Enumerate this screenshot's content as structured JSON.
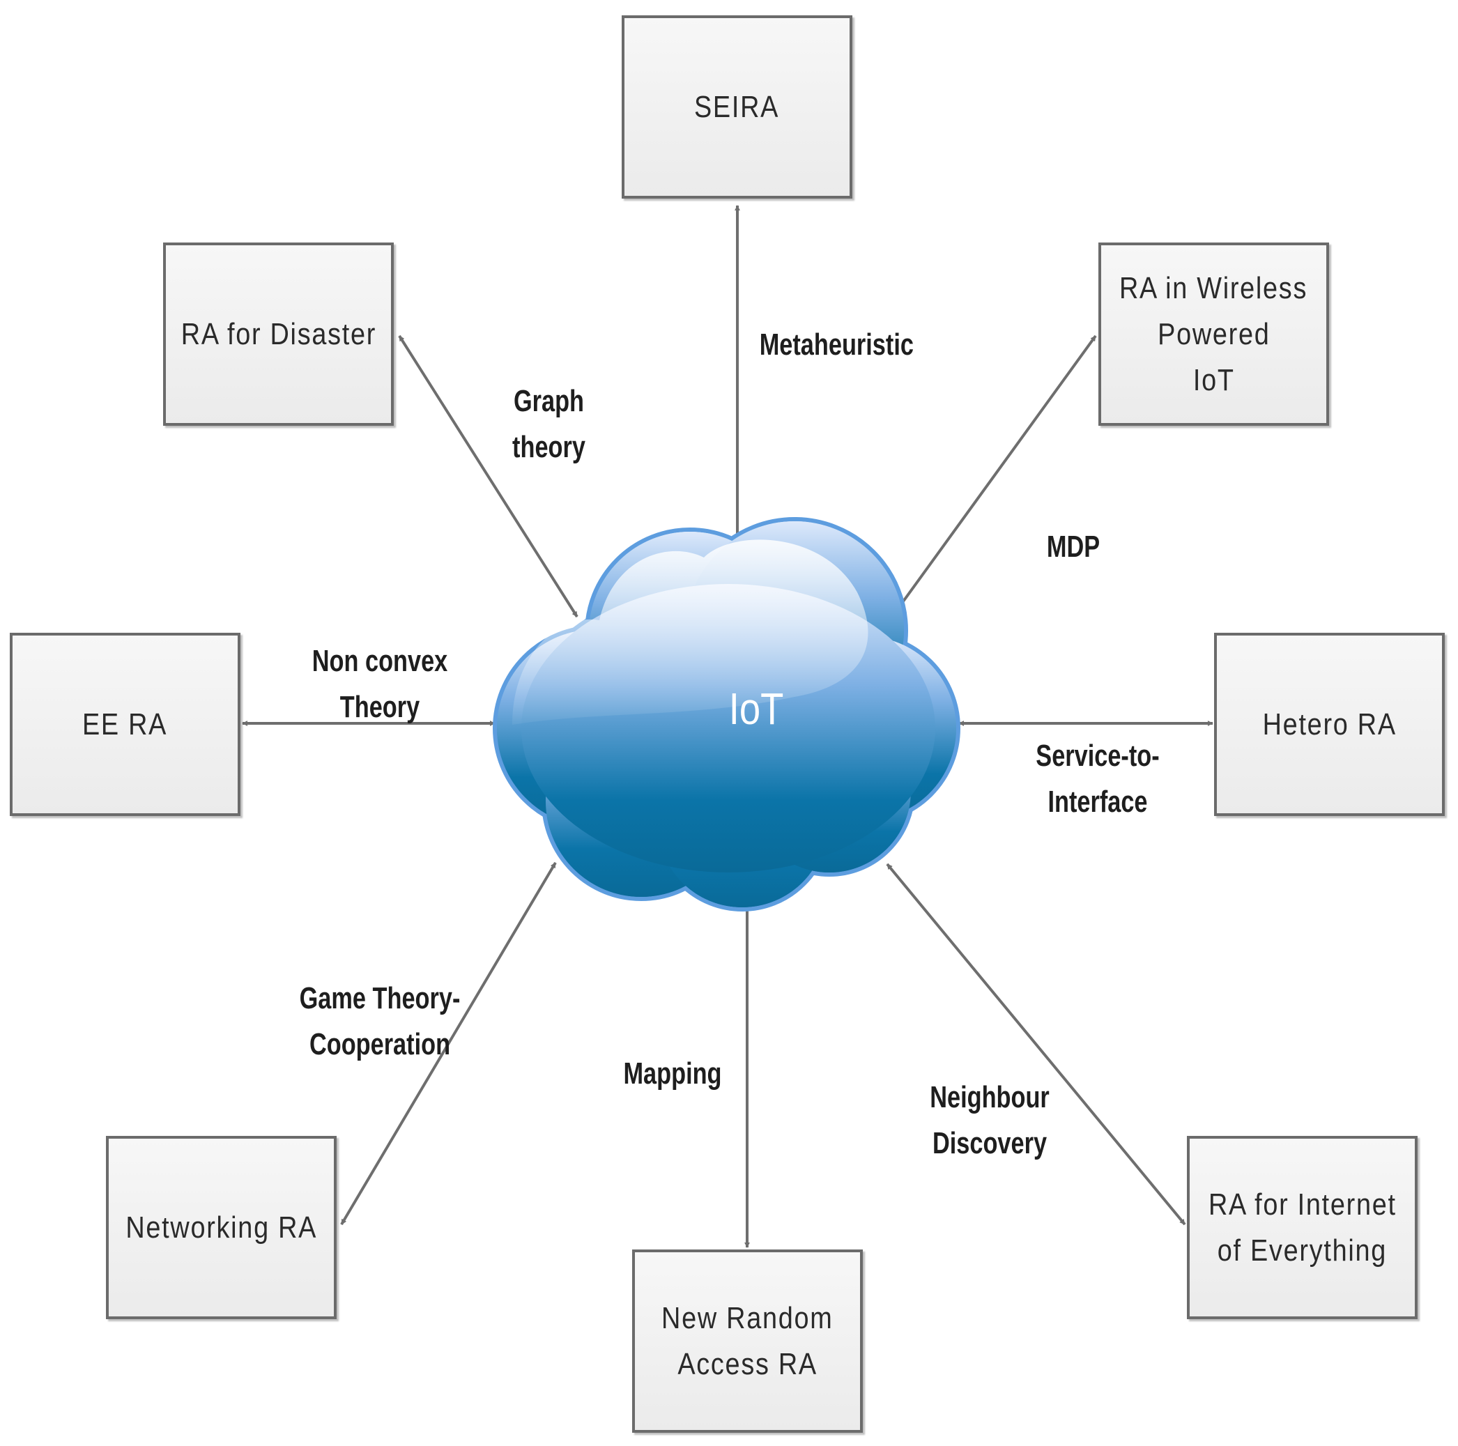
{
  "center": {
    "label": "IoT"
  },
  "nodes": {
    "top": {
      "lines": [
        "SEIRA"
      ]
    },
    "top_left": {
      "lines": [
        "RA  for  Disaster"
      ]
    },
    "top_right": {
      "lines": [
        "RA  in  Wireless",
        "Powered",
        "IoT"
      ]
    },
    "left": {
      "lines": [
        "EE  RA"
      ]
    },
    "right": {
      "lines": [
        "Hetero  RA"
      ]
    },
    "bottom_left": {
      "lines": [
        "Networking  RA"
      ]
    },
    "bottom": {
      "lines": [
        "New  Random",
        "Access  RA"
      ]
    },
    "bottom_right": {
      "lines": [
        "RA  for  Internet",
        "of  Everything"
      ]
    }
  },
  "edges": {
    "top": {
      "lines": [
        "Metaheuristic"
      ]
    },
    "top_left": {
      "lines": [
        "Graph",
        "theory"
      ]
    },
    "top_right": {
      "lines": [
        "MDP"
      ]
    },
    "left": {
      "lines": [
        "Non  convex",
        "Theory"
      ]
    },
    "right": {
      "lines": [
        "Service-to-",
        "Interface"
      ]
    },
    "bottom_left": {
      "lines": [
        "Game  Theory-",
        "Cooperation"
      ]
    },
    "bottom": {
      "lines": [
        "Mapping"
      ]
    },
    "bottom_right": {
      "lines": [
        "Neighbour",
        "Discovery"
      ]
    }
  },
  "colors": {
    "arrow": "#6e6e6e",
    "box_border": "#6b6b6b",
    "cloud_top": "#dbe9fb",
    "cloud_bottom": "#08709f"
  }
}
